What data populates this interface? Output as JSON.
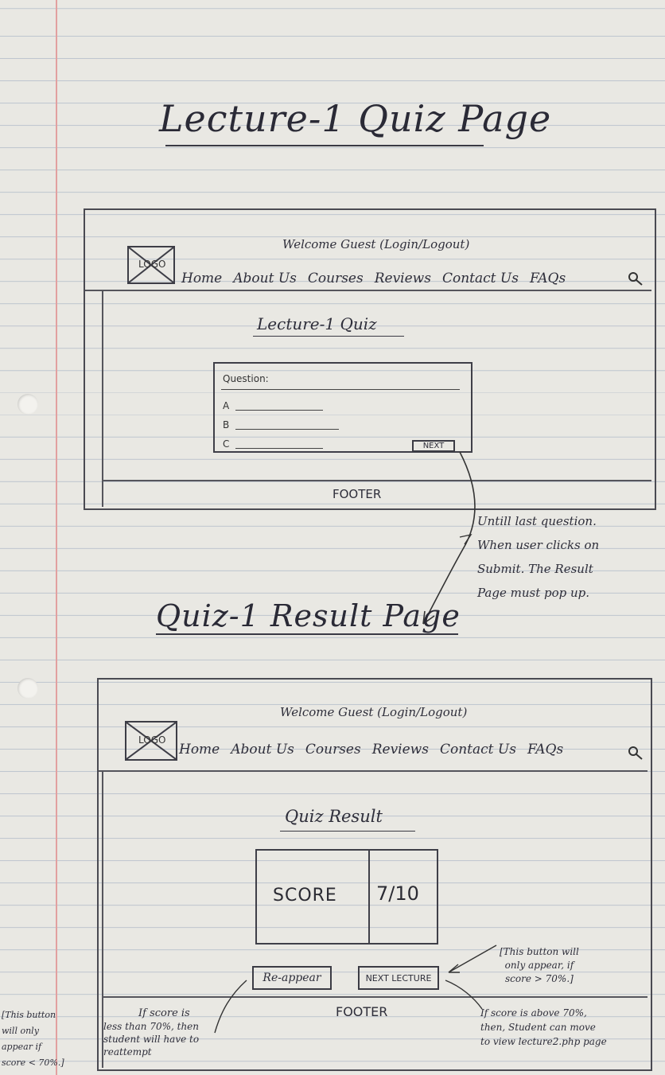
{
  "page1": {
    "title": "Lecture-1 Quiz Page",
    "header": {
      "welcome": "Welcome Guest (Login/Logout)",
      "logo": "LOGO",
      "nav": [
        "Home",
        "About Us",
        "Courses",
        "Reviews",
        "Contact Us",
        "FAQs"
      ],
      "search_icon": "magnifier-icon"
    },
    "heading": "Lecture-1 Quiz",
    "quiz": {
      "question_label": "Question:",
      "options": [
        "A",
        "B",
        "C"
      ],
      "next_button": "NEXT"
    },
    "footer": "FOOTER"
  },
  "arrow_note": [
    "Untill last question.",
    "When user clicks on",
    "Submit. The Result",
    "Page must pop up."
  ],
  "page2": {
    "title": "Quiz-1 Result Page",
    "header": {
      "welcome": "Welcome Guest (Login/Logout)",
      "logo": "LOGO",
      "nav": [
        "Home",
        "About Us",
        "Courses",
        "Reviews",
        "Contact Us",
        "FAQs"
      ],
      "search_icon": "magnifier-icon"
    },
    "heading": "Quiz Result",
    "score_label": "SCORE",
    "score_value": "7/10",
    "reappear_button": "Re-appear",
    "next_lecture_button": "NEXT LECTURE",
    "footer": "FOOTER"
  },
  "notes": {
    "next_lecture_note": [
      "[This button will",
      "only appear, if",
      "score > 70%.]"
    ],
    "reappear_side_note": [
      "[This button",
      "will only",
      "appear if",
      "score < 70%.]"
    ],
    "below_70": [
      "If score is",
      "less than 70%, then",
      "student will have to",
      "reattempt"
    ],
    "above_70": [
      "If score is above 70%,",
      "then, Student can move",
      "to view lecture2.php page"
    ]
  },
  "colors": {
    "ink": "#2b2b33",
    "paper": "#e9e8e3",
    "rule": "#bfc6cf",
    "margin": "#e2a0a0"
  }
}
